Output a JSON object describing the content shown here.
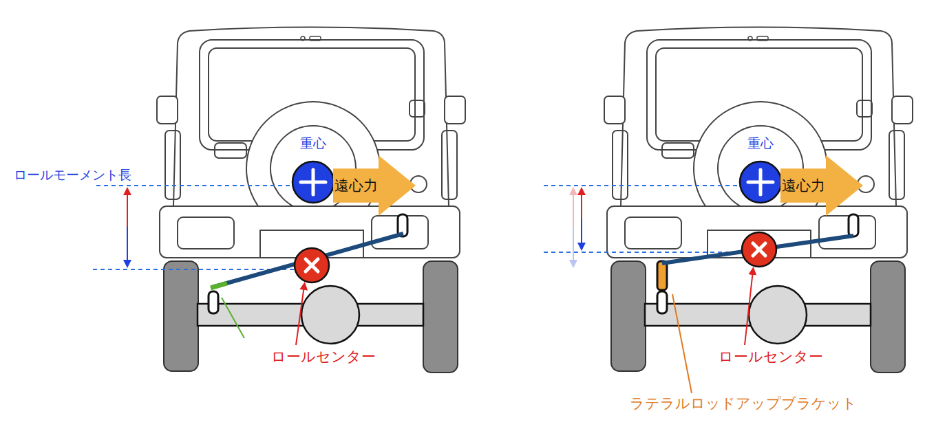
{
  "diagram": {
    "nodes": [
      {
        "text": [
          "重心"
        ]
      },
      {
        "text": [
          "遠心力"
        ]
      },
      {
        "text": [
          "重心"
        ]
      },
      {
        "text": [
          "遠心力"
        ]
      }
    ],
    "labels": [
      "ロールモーメント長",
      "ロールセンター",
      "ロールセンター",
      "ラテラルロッドアップブラケット"
    ]
  }
}
